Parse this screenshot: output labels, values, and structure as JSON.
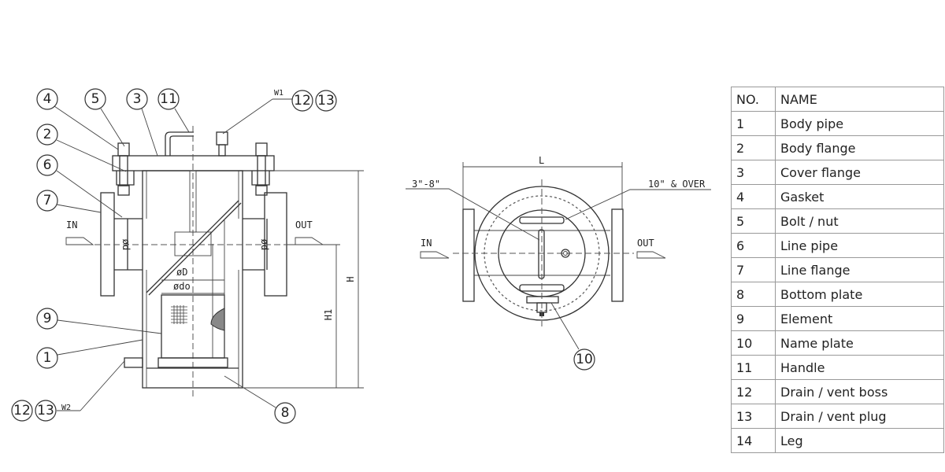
{
  "side_view": {
    "labels": {
      "in": "IN",
      "out": "OUT",
      "dp_left": "ød",
      "dp_right": "ød",
      "d_body": "øD",
      "d_element": "ødo",
      "h": "H",
      "h1": "H1",
      "w1": "W1",
      "w2": "W2"
    },
    "callouts": [
      "4",
      "5",
      "3",
      "11",
      "12",
      "13",
      "2",
      "6",
      "7",
      "9",
      "1",
      "12",
      "13",
      "8"
    ]
  },
  "top_view": {
    "labels": {
      "l": "L",
      "small": "3\"-8\"",
      "large": "10\" & OVER",
      "in": "IN",
      "out": "OUT"
    },
    "callouts": [
      "10"
    ]
  },
  "parts_table": {
    "headers": [
      "NO.",
      "NAME"
    ],
    "rows": [
      [
        "1",
        "Body pipe"
      ],
      [
        "2",
        "Body flange"
      ],
      [
        "3",
        "Cover flange"
      ],
      [
        "4",
        "Gasket"
      ],
      [
        "5",
        "Bolt / nut"
      ],
      [
        "6",
        "Line pipe"
      ],
      [
        "7",
        "Line flange"
      ],
      [
        "8",
        "Bottom plate"
      ],
      [
        "9",
        "Element"
      ],
      [
        "10",
        "Name plate"
      ],
      [
        "11",
        "Handle"
      ],
      [
        "12",
        "Drain / vent boss"
      ],
      [
        "13",
        "Drain / vent plug"
      ],
      [
        "14",
        "Leg"
      ]
    ]
  }
}
